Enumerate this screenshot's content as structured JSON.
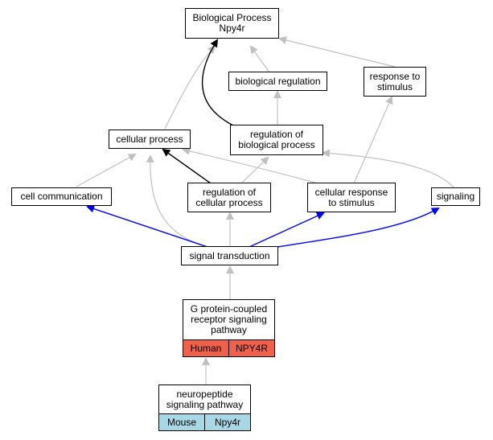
{
  "nodes": {
    "bp": {
      "line1": "Biological Process",
      "line2": "Npy4r"
    },
    "biological_regulation": {
      "label": "biological regulation"
    },
    "response_to_stimulus": {
      "line1": "response to",
      "line2": "stimulus"
    },
    "cellular_process": {
      "label": "cellular process"
    },
    "regulation_of_biological_process": {
      "line1": "regulation of",
      "line2": "biological process"
    },
    "cell_communication": {
      "label": "cell communication"
    },
    "regulation_of_cellular_process": {
      "line1": "regulation of",
      "line2": "cellular process"
    },
    "cellular_response_to_stimulus": {
      "line1": "cellular response",
      "line2": "to stimulus"
    },
    "signaling": {
      "label": "signaling"
    },
    "signal_transduction": {
      "label": "signal transduction"
    },
    "gpcr": {
      "line1": "G protein-coupled",
      "line2": "receptor signaling",
      "line3": "pathway",
      "species": "Human",
      "gene": "NPY4R"
    },
    "neuropeptide": {
      "line1": "neuropeptide",
      "line2": "signaling pathway",
      "species": "Mouse",
      "gene": "Npy4r"
    }
  },
  "colors": {
    "edge_default": "#c0c0c0",
    "edge_highlight": "#0000ff",
    "edge_primary": "#000000",
    "human_fill": "#f0604a",
    "mouse_fill": "#a8d8e6"
  }
}
